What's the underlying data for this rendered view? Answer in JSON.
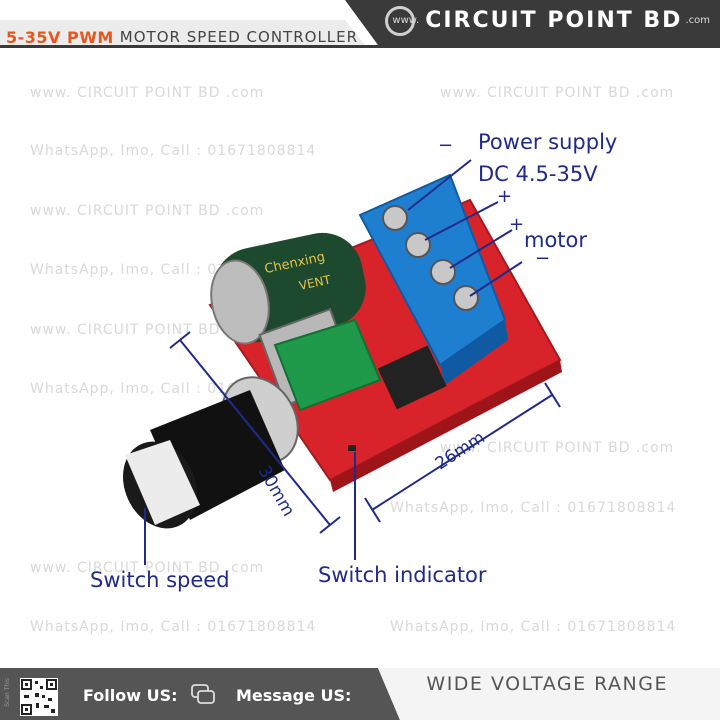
{
  "header": {
    "title_accent": "5-35V PWM",
    "title_rest": "MOTOR SPEED CONTROLLER",
    "brand_www": "www.",
    "brand_name": "CIRCUIT POINT BD",
    "brand_com": ".com"
  },
  "watermarks": {
    "site": "www. CIRCUIT POINT BD .com",
    "contact": "WhatsApp, Imo, Call : 01671808814"
  },
  "labels": {
    "power_supply": "Power supply",
    "voltage": "DC 4.5-35V",
    "motor": "motor",
    "minus_top": "−",
    "plus_top": "+",
    "plus_motor": "+",
    "minus_motor": "−",
    "dim_width": "26mm",
    "dim_height": "30mm",
    "switch_speed": "Switch speed",
    "switch_indicator": "Switch indicator"
  },
  "capacitor": {
    "brand": "Chenxing",
    "text": "VENT"
  },
  "footer": {
    "follow": "Follow US:",
    "message": "Message US:",
    "tagline": "WIDE VOLTAGE RANGE",
    "scan": "Scan This"
  },
  "colors": {
    "accent_orange": "#e8561d",
    "label_blue": "#1f2a8a",
    "pcb_red": "#d8232a",
    "terminal_blue": "#1e7fd0",
    "pot_green": "#1f9a4a",
    "header_dark": "#3a3a3a"
  }
}
